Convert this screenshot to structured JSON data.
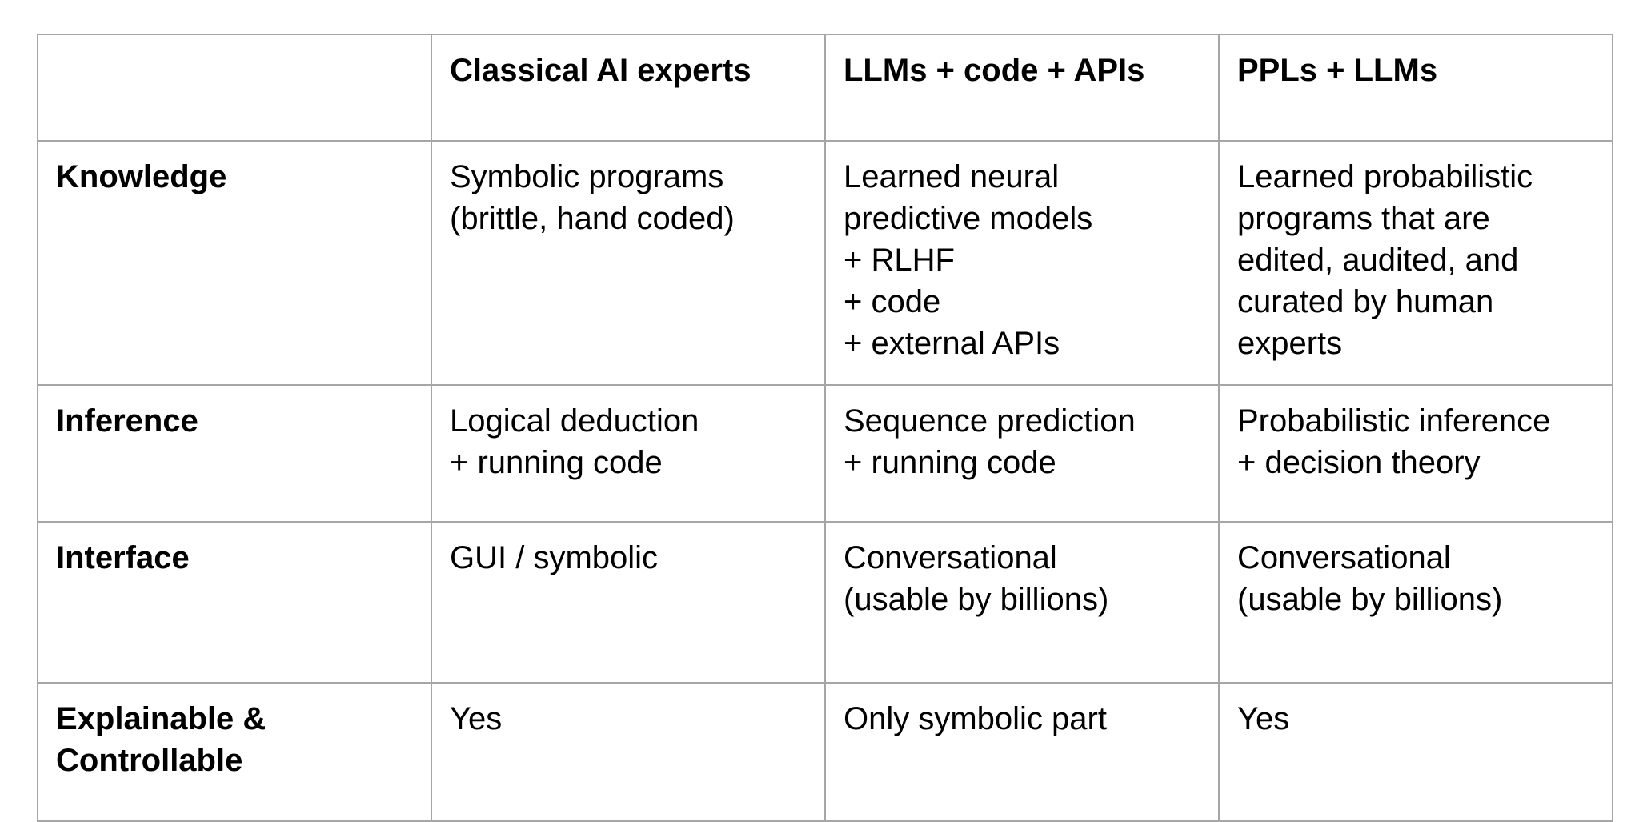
{
  "table": {
    "headers": [
      "",
      "Classical AI experts",
      "LLMs + code + APIs",
      "PPLs + LLMs"
    ],
    "rows": [
      {
        "label": "Knowledge",
        "cells": [
          "Symbolic programs\n(brittle, hand coded)",
          "Learned neural\npredictive models\n+ RLHF\n+ code\n+ external APIs",
          "Learned probabilistic\nprograms that are\nedited, audited, and\ncurated by human\nexperts"
        ]
      },
      {
        "label": "Inference",
        "cells": [
          "Logical deduction\n+ running code",
          "Sequence prediction\n+ running code",
          "Probabilistic inference\n+ decision theory"
        ]
      },
      {
        "label": "Interface",
        "cells": [
          "GUI / symbolic",
          "Conversational\n(usable by billions)",
          "Conversational\n(usable by billions)"
        ]
      },
      {
        "label": "Explainable &\nControllable",
        "cells": [
          "Yes",
          "Only symbolic part",
          "Yes"
        ]
      }
    ]
  }
}
